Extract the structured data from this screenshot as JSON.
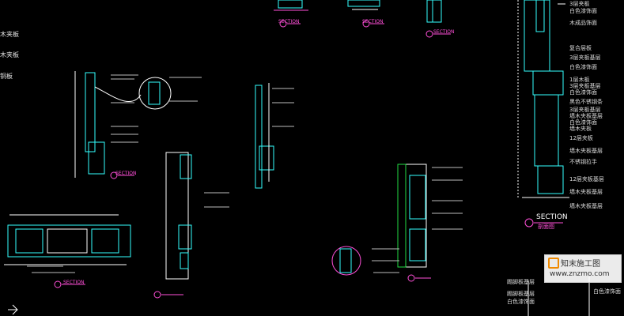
{
  "drawing": {
    "left_labels": [
      "木夹板",
      "木夹板",
      "铜板"
    ],
    "right_labels": [
      "3层夹板",
      "白色漆饰面",
      "木成品饰面",
      "复合层板",
      "3层夹板基层",
      "白色漆饰面",
      "1层木板",
      "3层夹板基层",
      "白色漆饰面",
      "黑色不锈钢条",
      "3层夹板基层",
      "墙木夹板基层",
      "白色漆饰面",
      "墙木夹板",
      "12层夹板",
      "墙木夹板基层",
      "不锈钢拉手",
      "12层夹板基层",
      "墙木夹板基层",
      "墙木夹板基层"
    ],
    "section_main": {
      "title": "SECTION",
      "subtitle": "剖面图"
    },
    "section_small_labels": [
      "SECTION",
      "SECTION",
      "SECTION",
      "SECTION",
      "SECTION"
    ],
    "bottom_right_labels": [
      "踢脚板基层",
      "踢脚板基层",
      "白色漆饰面",
      "白色漆饰面"
    ]
  },
  "watermark": {
    "brand": "知末施工图",
    "url": "www.znzmo.com"
  },
  "colors": {
    "background": "#000000",
    "cyan": "#33ffff",
    "magenta": "#ff4fd8",
    "text": "#e6e6e6",
    "green": "#22dd44"
  }
}
